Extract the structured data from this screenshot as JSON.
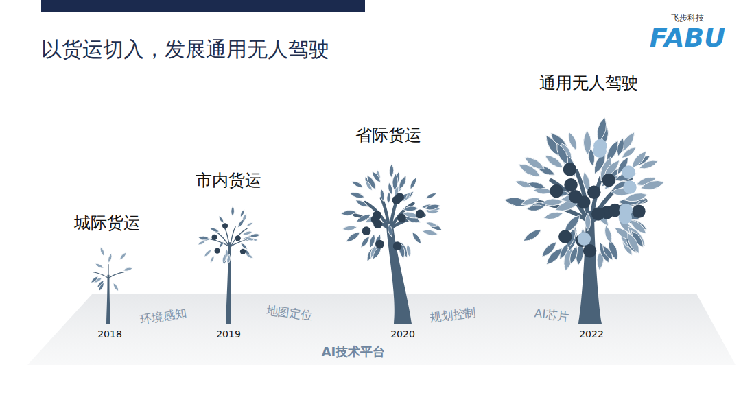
{
  "diagram": {
    "title": "以货运切入，发展通用无人驾驶",
    "labels": [
      "飞步科技",
      "FABU",
      "城际货运",
      "市内货运",
      "省际货运",
      "通用无人驾驶",
      "2018",
      "2019",
      "2020",
      "2022",
      "环境感知",
      "地图定位",
      "规划控制",
      "AI芯片",
      "AI技术平台"
    ]
  }
}
